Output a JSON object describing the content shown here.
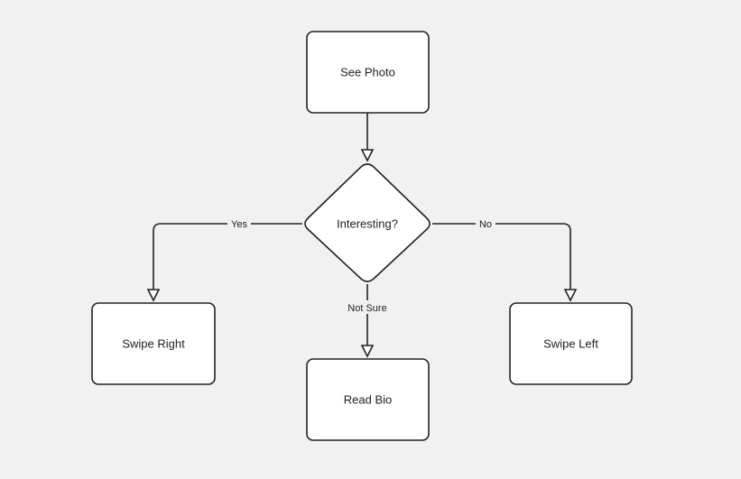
{
  "nodes": {
    "see_photo": "See Photo",
    "interesting": "Interesting?",
    "swipe_right": "Swipe Right",
    "read_bio": "Read Bio",
    "swipe_left": "Swipe Left"
  },
  "edges": {
    "yes": "Yes",
    "no": "No",
    "not_sure": "Not Sure"
  },
  "colors": {
    "background": "#f1f1f1",
    "node_fill": "#ffffff",
    "stroke": "#222222",
    "text": "#1f1f1f"
  }
}
